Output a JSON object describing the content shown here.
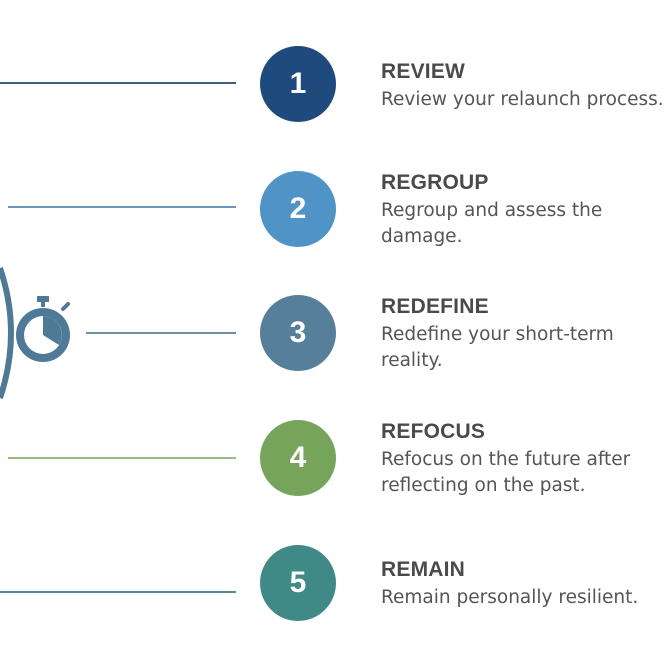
{
  "steps": [
    {
      "number": "1",
      "title": "REVIEW",
      "description": "Review your relaunch process.",
      "color": "#1f4a7e",
      "line_color": "#3d5f80"
    },
    {
      "number": "2",
      "title": "REGROUP",
      "description": "Regroup and assess the damage.",
      "color": "#4f93c7",
      "line_color": "#6f97b8"
    },
    {
      "number": "3",
      "title": "REDEFINE",
      "description": "Redefine your short-term reality.",
      "color": "#567f9c",
      "line_color": "#6f8fa6"
    },
    {
      "number": "4",
      "title": "REFOCUS",
      "description": "Refocus on the future after reflecting on the past.",
      "color": "#77a45b",
      "line_color": "#98bd7e"
    },
    {
      "number": "5",
      "title": "REMAIN",
      "description": "Remain personally resilient.",
      "color": "#3f8a86",
      "line_color": "#4e8b98"
    }
  ],
  "icon": {
    "name": "stopwatch-icon",
    "color": "#4f7a97"
  }
}
